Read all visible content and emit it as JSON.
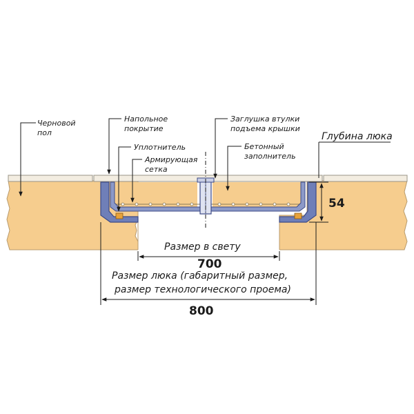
{
  "labels": {
    "rough_floor_line1": "Черновой",
    "rough_floor_line2": "пол",
    "floor_covering_line1": "Напольное",
    "floor_covering_line2": "покрытие",
    "sealant": "Уплотнитель",
    "mesh_line1": "Армирующая",
    "mesh_line2": "сетка",
    "plug_line1": "Заглушка втулки",
    "plug_line2": "подъема крышки",
    "concrete_line1": "Бетонный",
    "concrete_line2": "заполнитель",
    "hatch_depth": "Глубина люка",
    "clear_size": "Размер в свету",
    "hatch_size_line1": "Размер люка (габаритный размер,",
    "hatch_size_line2": "размер технологического проема)"
  },
  "dimensions": {
    "depth": "54",
    "clear": "700",
    "overall": "800"
  },
  "colors": {
    "slab": "#f6cd8e",
    "slab_stroke": "#b89a6c",
    "covering": "#f3ede1",
    "frame": "#6f7fb8",
    "frame_dark": "#3d4a86",
    "pad": "#e8a23a",
    "line": "#1a1a1a"
  }
}
